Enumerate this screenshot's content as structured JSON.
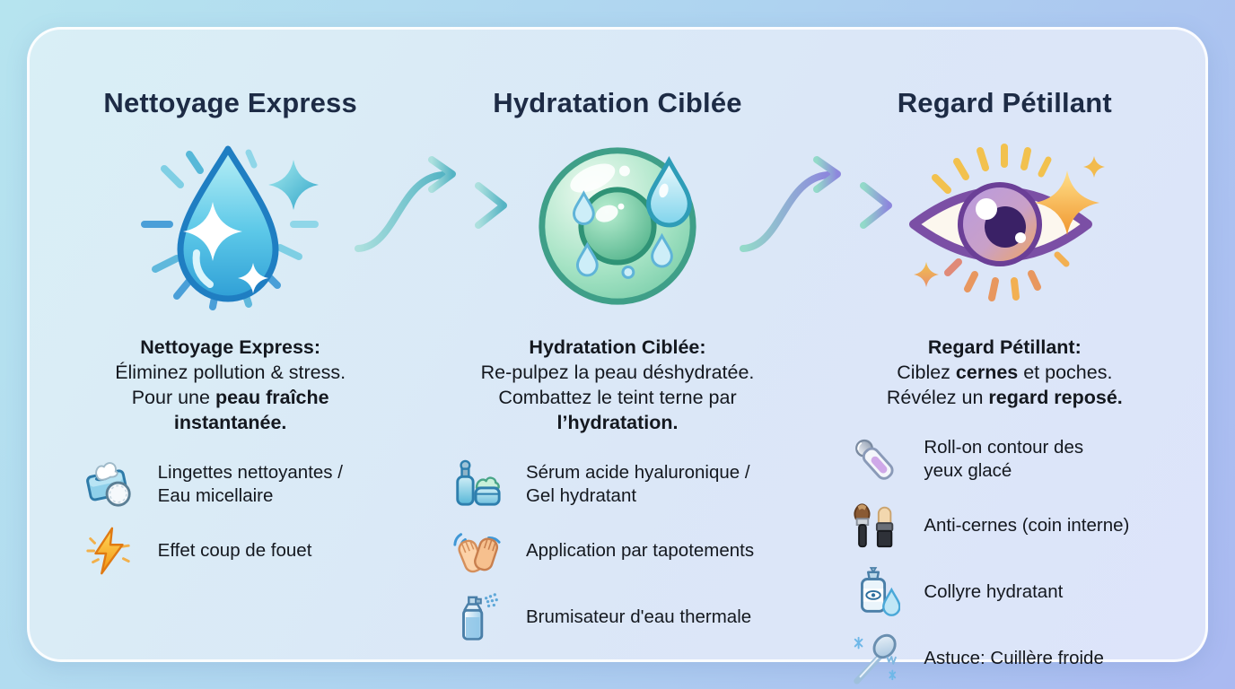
{
  "colors": {
    "background_start": "#b6e4ef",
    "background_end": "#aab9f1",
    "card_start": "#d9eff6",
    "card_end": "#dde4fa",
    "heading": "#1d2b45",
    "text": "#14181f",
    "arrow_teal": "#55b4c4",
    "arrow_purple": "#8d87dd"
  },
  "columns": [
    {
      "id": "nettoyage-express",
      "heading": "Nettoyage Express",
      "hero_icon": "sparkling-droplet-icon",
      "description": [
        [
          {
            "t": "Nettoyage Express:",
            "b": true
          }
        ],
        [
          {
            "t": "Éliminez pollution & stress."
          }
        ],
        [
          {
            "t": "Pour une "
          },
          {
            "t": "peau fraîche instantanée.",
            "b": true
          }
        ]
      ],
      "items": [
        {
          "icon": "cleansing-wipes-icon",
          "label": "Lingettes nettoyantes / Eau micellaire"
        },
        {
          "icon": "lightning-bolt-icon",
          "label": "Effet coup de fouet"
        }
      ]
    },
    {
      "id": "hydratation-ciblee",
      "heading": "Hydratation Ciblée",
      "hero_icon": "hydration-orb-icon",
      "description": [
        [
          {
            "t": "Hydratation Ciblée:",
            "b": true
          }
        ],
        [
          {
            "t": "Re-pulpez la peau déshydratée."
          }
        ],
        [
          {
            "t": "Combattez le teint terne par "
          },
          {
            "t": "l’hydratation.",
            "b": true
          }
        ]
      ],
      "items": [
        {
          "icon": "serum-and-cream-icon",
          "label": "Sérum acide hyaluronique / Gel hydratant"
        },
        {
          "icon": "tapping-hands-icon",
          "label": "Application par tapotements"
        },
        {
          "icon": "thermal-mist-spray-icon",
          "label": "Brumisateur d'eau thermale"
        }
      ]
    },
    {
      "id": "regard-petillant",
      "heading": "Regard Pétillant",
      "hero_icon": "sparkling-eye-icon",
      "description": [
        [
          {
            "t": "Regard Pétillant:",
            "b": true
          }
        ],
        [
          {
            "t": "Ciblez "
          },
          {
            "t": "cernes",
            "b": true
          },
          {
            "t": " et poches."
          }
        ],
        [
          {
            "t": "Révélez un "
          },
          {
            "t": "regard reposé.",
            "b": true
          }
        ]
      ],
      "items": [
        {
          "icon": "eye-rollon-icon",
          "label": "Roll-on contour des yeux glacé"
        },
        {
          "icon": "concealer-brush-icon",
          "label": "Anti-cernes (coin interne)"
        },
        {
          "icon": "eye-drops-icon",
          "label": "Collyre hydratant"
        },
        {
          "icon": "cold-spoon-icon",
          "label": "Astuce: Cuillère froide"
        }
      ]
    }
  ],
  "arrows": [
    {
      "name": "flow-arrow-droplet-to-orb",
      "from": "Nettoyage Express",
      "to": "Hydratation Ciblée"
    },
    {
      "name": "flow-arrow-orb-to-eye",
      "from": "Hydratation Ciblée",
      "to": "Regard Pétillant"
    }
  ]
}
